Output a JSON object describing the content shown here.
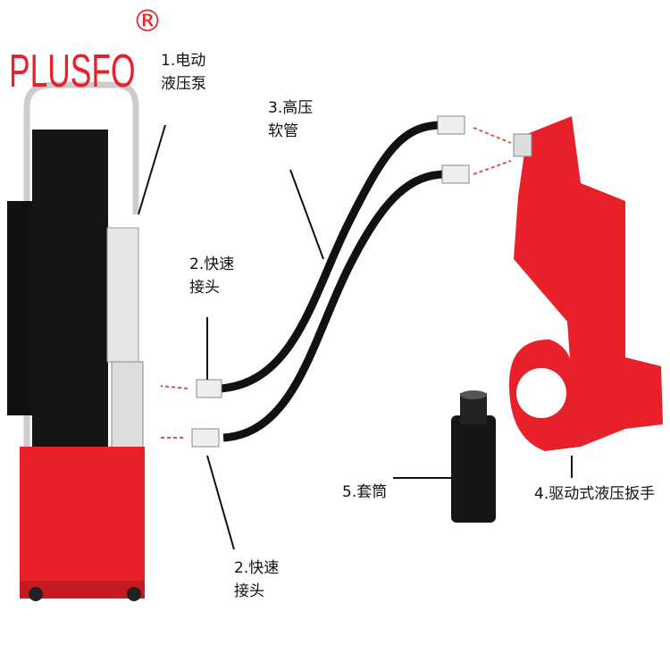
{
  "logo": {
    "text": "PLUSFO",
    "mark": "®"
  },
  "labels": {
    "pump": {
      "line1": "1.电动",
      "line2": "液压泵"
    },
    "hose": {
      "line1": "3.高压",
      "line2": "软管"
    },
    "coupler_top": {
      "line1": "2.快速",
      "line2": "接头"
    },
    "coupler_bottom": {
      "line1": "2.快速",
      "line2": "接头"
    },
    "socket": "5.套筒",
    "wrench": "4.驱动式液压扳手"
  },
  "colors": {
    "brand": "#e8202a",
    "hose": "#111111",
    "arrow": "#e05050"
  }
}
